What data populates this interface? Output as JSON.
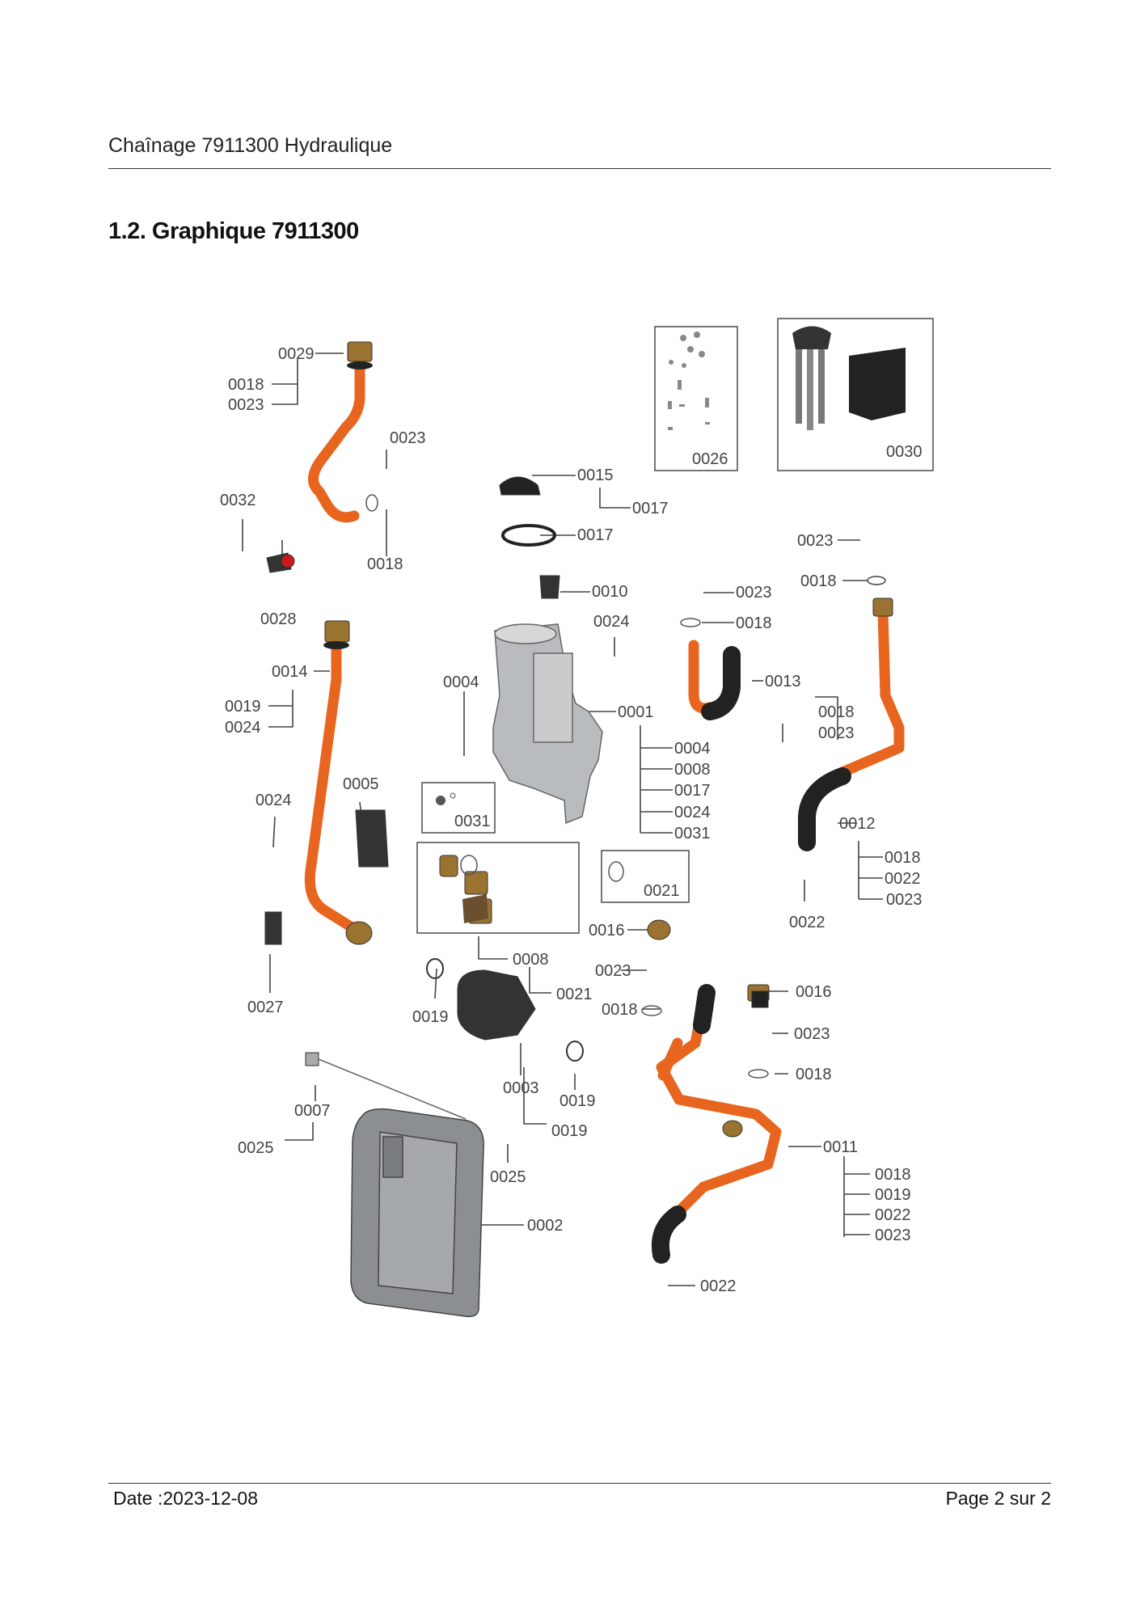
{
  "header": {
    "title": "Chaînage 7911300 Hydraulique"
  },
  "section": {
    "title": "1.2. Graphique 7911300"
  },
  "footer": {
    "date": "Date :2023-12-08",
    "page_prefix": "Page 2 sur",
    "page_total": "2"
  },
  "colors": {
    "copper": "#e8651f",
    "rubber": "#222222",
    "body": "#b9bcbe",
    "brass": "#9a7330"
  },
  "labels": {
    "l0029": "0029",
    "l0018a": "0018",
    "l0023a": "0023",
    "l0023b": "0023",
    "l0032": "0032",
    "l0018b": "0018",
    "l0028": "0028",
    "l0015": "0015",
    "l0017a": "0017",
    "l0017b": "0017",
    "l0026": "0026",
    "l0030": "0030",
    "l0023c": "0023",
    "l0018c": "0018",
    "l0010": "0010",
    "l0023d": "0023",
    "l0024a": "0024",
    "l0018d": "0018",
    "l0014": "0014",
    "l0019a": "0019",
    "l0024b": "0024",
    "l0004a": "0004",
    "l0001": "0001",
    "l0013": "0013",
    "l0018e": "0018",
    "l0023e": "0023",
    "l0004b": "0004",
    "l0008a": "0008",
    "l0017c": "0017",
    "l0024c": "0024",
    "l0031b": "0031",
    "l0024d": "0024",
    "l0005": "0005",
    "l0031a": "0031",
    "l0012": "0012",
    "l0018f": "0018",
    "l0022a": "0022",
    "l0023f": "0023",
    "l0021a": "0021",
    "l0022b": "0022",
    "l0016a": "0016",
    "l0008b": "0008",
    "l0021b": "0021",
    "l0023g": "0023",
    "l0018g": "0018",
    "l0016b": "0016",
    "l0023h": "0023",
    "l0018h": "0018",
    "l0027": "0027",
    "l0019b": "0019",
    "l0003": "0003",
    "l0019c": "0019",
    "l0019d": "0019",
    "l0007": "0007",
    "l0025a": "0025",
    "l0025b": "0025",
    "l0011": "0011",
    "l0018i": "0018",
    "l0019e": "0019",
    "l0022c": "0022",
    "l0023i": "0023",
    "l0002": "0002",
    "l0022d": "0022"
  }
}
